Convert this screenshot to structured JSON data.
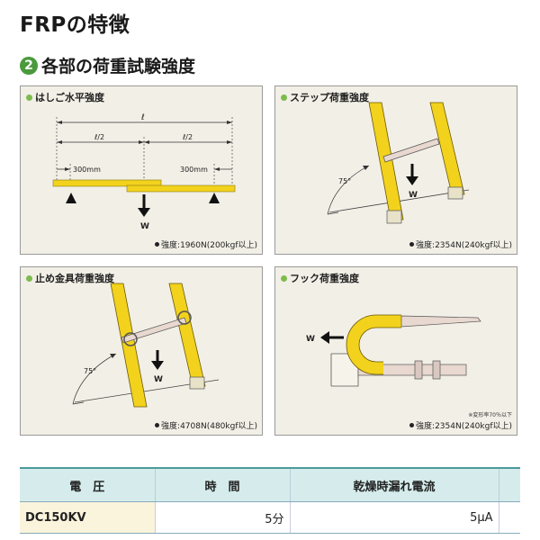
{
  "page": {
    "title": "FRPの特徴",
    "section_number": "2",
    "section_title": "各部の荷重試験強度"
  },
  "panels": [
    {
      "title": "はしご水平強度",
      "strength": "強度:1960N(200kgf以上)",
      "labels": {
        "span": "ℓ",
        "half_left": "ℓ/2",
        "half_right": "ℓ/2",
        "left_offset": "300mm",
        "right_offset": "300mm",
        "load": "W"
      }
    },
    {
      "title": "ステップ荷重強度",
      "strength": "強度:2354N(240kgf以上)",
      "labels": {
        "angle": "75°",
        "load": "W"
      }
    },
    {
      "title": "止め金具荷重強度",
      "strength": "強度:4708N(480kgf以上)",
      "labels": {
        "angle": "75°",
        "load": "W"
      }
    },
    {
      "title": "フック荷重強度",
      "strength": "強度:2354N(240kgf以上)",
      "note": "※変形率70％以下",
      "labels": {
        "load": "W"
      }
    }
  ],
  "table": {
    "headers": [
      "電　圧",
      "時　間",
      "乾燥時漏れ電流",
      ""
    ],
    "rows": [
      {
        "model": "DC150KV",
        "time": "5分",
        "current": "5μA",
        "extra": ""
      }
    ]
  },
  "colors": {
    "ladder_yellow": "#f2d21c",
    "accent_green": "#4a9a3c",
    "panel_bg": "#f2efe6",
    "table_header": "#d6ecec"
  }
}
